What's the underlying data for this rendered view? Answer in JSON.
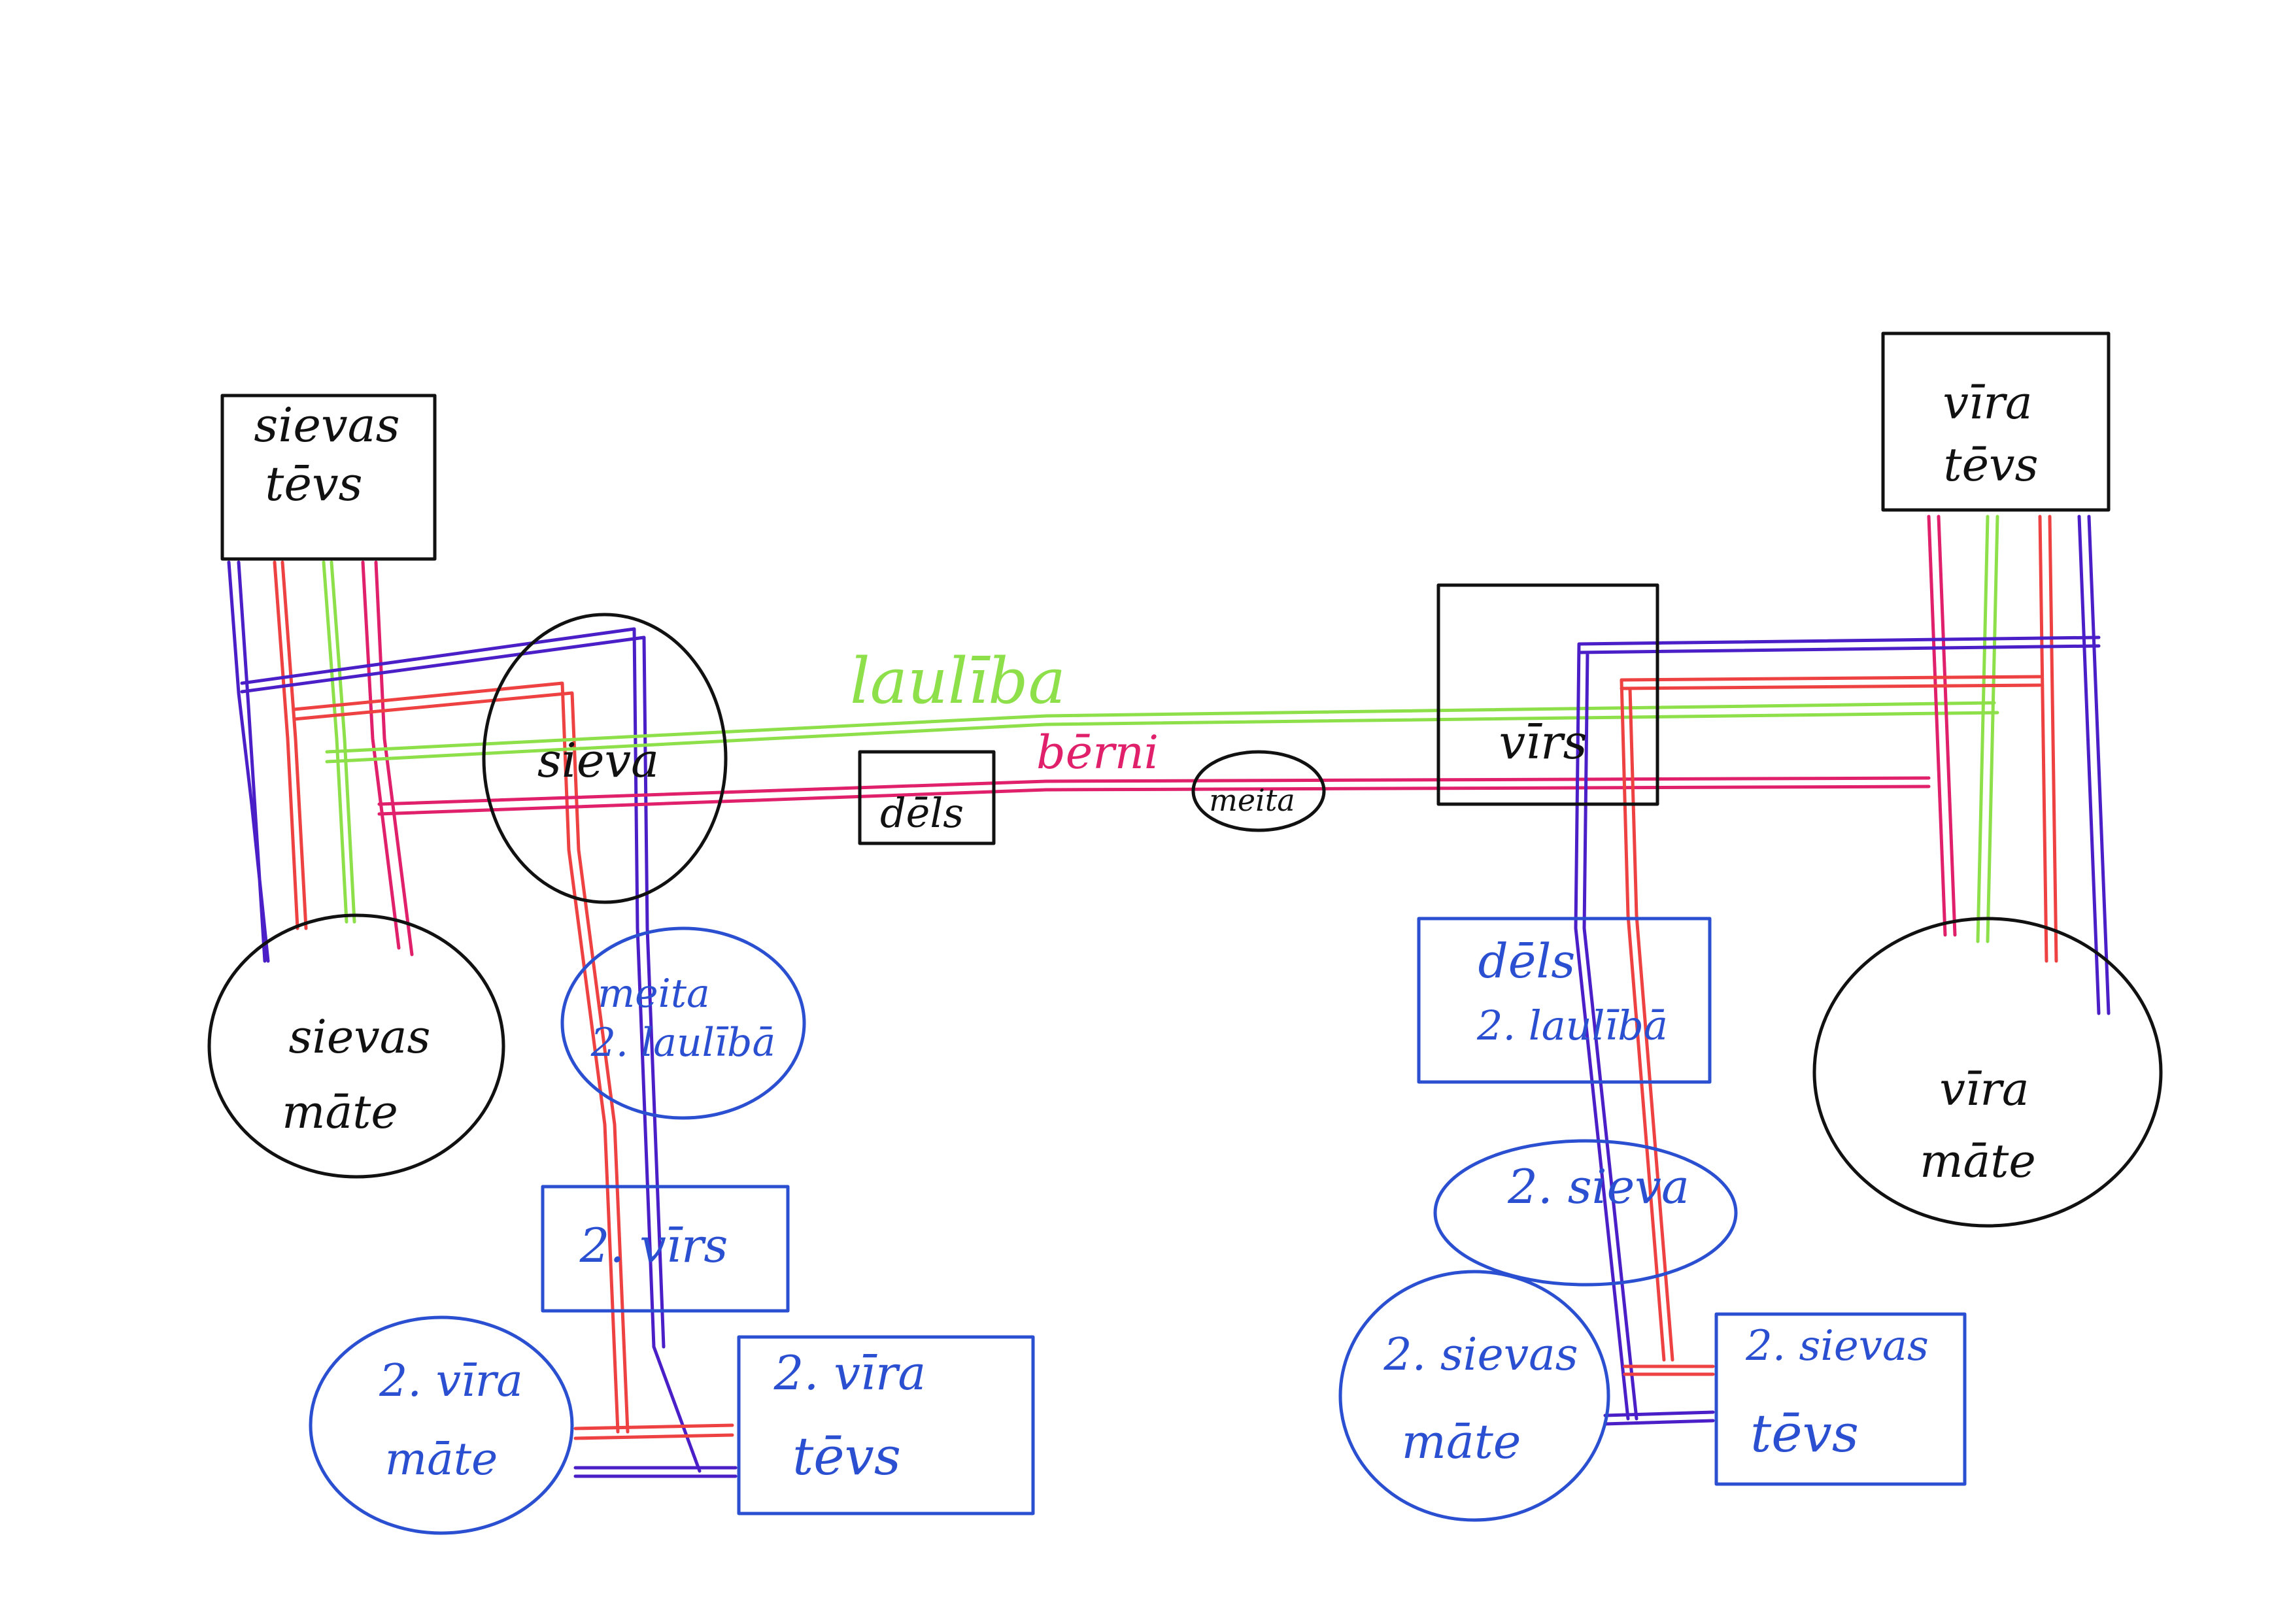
{
  "palette": {
    "black": "#111111",
    "blue": "#2b4fd1",
    "purple": "#4b1fc8",
    "red": "#ee4242",
    "magenta": "#e0206a",
    "green": "#8ee04a"
  },
  "labels": {
    "sievas_tevs": [
      "sievas",
      "tēvs"
    ],
    "sievas_mate": [
      "sievas",
      "māte"
    ],
    "sieva": "sieva",
    "vira_tevs": [
      "vīra",
      "tēvs"
    ],
    "vira_mate": [
      "vīra",
      "māte"
    ],
    "virs": "vīrs",
    "dels_small": "dēls",
    "meita_small": "meita",
    "laulība": "laulība",
    "bērni": "bērni",
    "meita_2_laulība": [
      "meita",
      "2. laulībā"
    ],
    "virs_2": "2. vīrs",
    "vira_2_mate": [
      "2. vīra",
      "māte"
    ],
    "vira_2_tevs": [
      "2. vīra",
      "tēvs"
    ],
    "dels_2_laulība": [
      "dēls",
      "2. laulībā"
    ],
    "sieva_2": "2. sieva",
    "sievas_2_mate": [
      "2. sievas",
      "māte"
    ],
    "sievas_2_tevs": [
      "2. sievas",
      "tēvs"
    ]
  }
}
